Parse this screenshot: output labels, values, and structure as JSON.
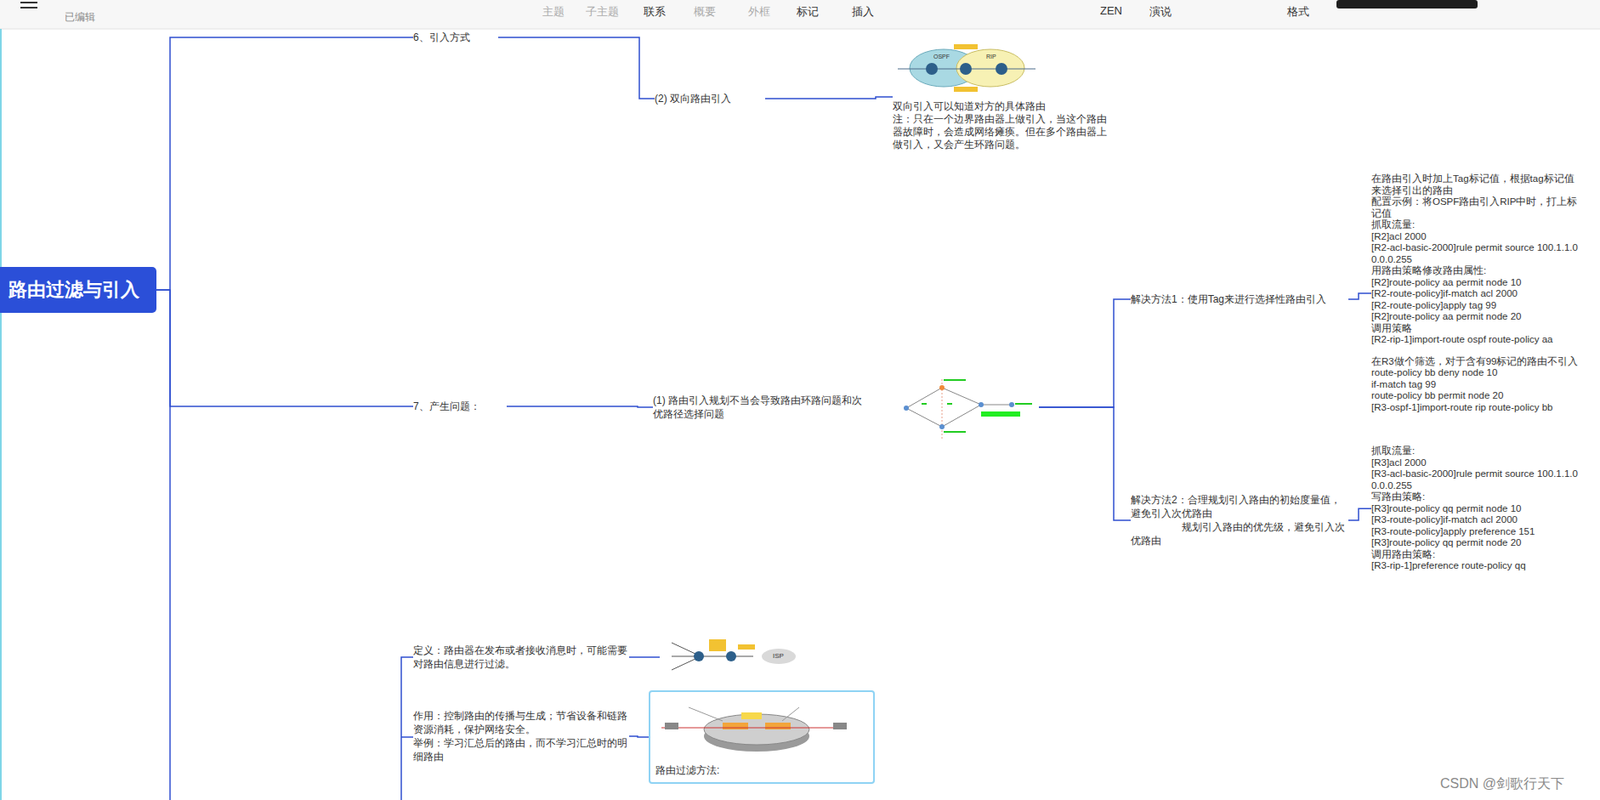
{
  "diagram": {
    "nodes": [
      {
        "text": [
          "路由过滤与引入"
        ]
      },
      {
        "text": [
          "6、引入方式"
        ]
      },
      {
        "text": [
          "(2) 双向路由引入"
        ]
      },
      {
        "text": [
          "双向引入可以知道对方的具体路由",
          "注：只在一个边界路由器上做引入，当这个路由器故障时，会造成网络瘫痪。但在多个路由器上做引入，又会产生环路问题。"
        ]
      },
      {
        "text": [
          "7、产生问题："
        ]
      },
      {
        "text": [
          "(1) 路由引入规划不当会导致路由环路问题和次优路径选择问题"
        ]
      },
      {
        "text": [
          "解决方法1：使用Tag来进行选择性路由引入"
        ]
      },
      {
        "text": [
          "在路由引入时加上Tag标记值，根据tag标记值来选择引出的路由",
          "配置示例：将OSPF路由引入RIP中时，打上标记值",
          "抓取流量:",
          "[R2]acl 2000",
          "[R2-acl-basic-2000]rule permit source 100.1.1.0 0.0.0.255",
          "用路由策略修改路由属性:",
          "[R2]route-policy aa permit node 10",
          "[R2-route-policy]if-match acl 2000",
          "[R2-route-policy]apply tag 99",
          "[R2]route-policy aa permit node 20",
          "调用策略",
          "[R2-rip-1]import-route ospf route-policy aa",
          "在R3做个筛选，对于含有99标记的路由不引入",
          "route-policy bb deny node 10",
          "if-match tag 99",
          "route-policy bb permit node 20",
          "[R3-ospf-1]import-route rip route-policy bb"
        ]
      },
      {
        "text": [
          "解决方法2：合理规划引入路由的初始度量值，避免引入次优路由",
          "规划引入路由的优先级，避免引入次优路由"
        ]
      },
      {
        "text": [
          "抓取流量:",
          "[R3]acl 2000",
          "[R3-acl-basic-2000]rule permit source 100.1.1.0 0.0.0.255",
          "写路由策略:",
          "[R3]route-policy qq permit node 10",
          "[R3-route-policy]if-match acl 2000",
          "[R3-route-policy]apply preference 151",
          "[R3]route-policy qq permit node 20",
          "调用路由策略:",
          "[R3-rip-1]preference route-policy qq"
        ]
      },
      {
        "text": [
          "定义：路由器在发布或者接收消息时，可能需要对路由信息进行过滤。"
        ]
      },
      {
        "text": [
          "作用：控制路由的传播与生成；节省设备和链路资源消耗，保护网络安全。",
          "举例：学习汇总后的路由，而不学习汇总时的明细路由"
        ]
      },
      {
        "text": [
          "路由过滤方法:"
        ]
      }
    ],
    "edges": [
      {
        "from": 0,
        "to": 1,
        "arrow": "none"
      },
      {
        "from": 0,
        "to": 4,
        "arrow": "none"
      },
      {
        "from": 1,
        "to": 2,
        "arrow": "none"
      },
      {
        "from": 2,
        "to": 3,
        "arrow": "none"
      },
      {
        "from": 4,
        "to": 5,
        "arrow": "none"
      },
      {
        "from": 5,
        "to": 6,
        "arrow": "none"
      },
      {
        "from": 5,
        "to": 8,
        "arrow": "none"
      },
      {
        "from": 6,
        "to": 7,
        "arrow": "none"
      },
      {
        "from": 8,
        "to": 9,
        "arrow": "none"
      },
      {
        "from": 11,
        "to": 12,
        "arrow": "none"
      }
    ],
    "labels": [
      "已编辑",
      "主题",
      "子主题",
      "联系",
      "概要",
      "外框",
      "标记",
      "插入",
      "ZEN",
      "演说",
      "格式",
      "OSPF",
      "RIP",
      "ISP",
      "CSDN @剑歌行天下"
    ]
  }
}
